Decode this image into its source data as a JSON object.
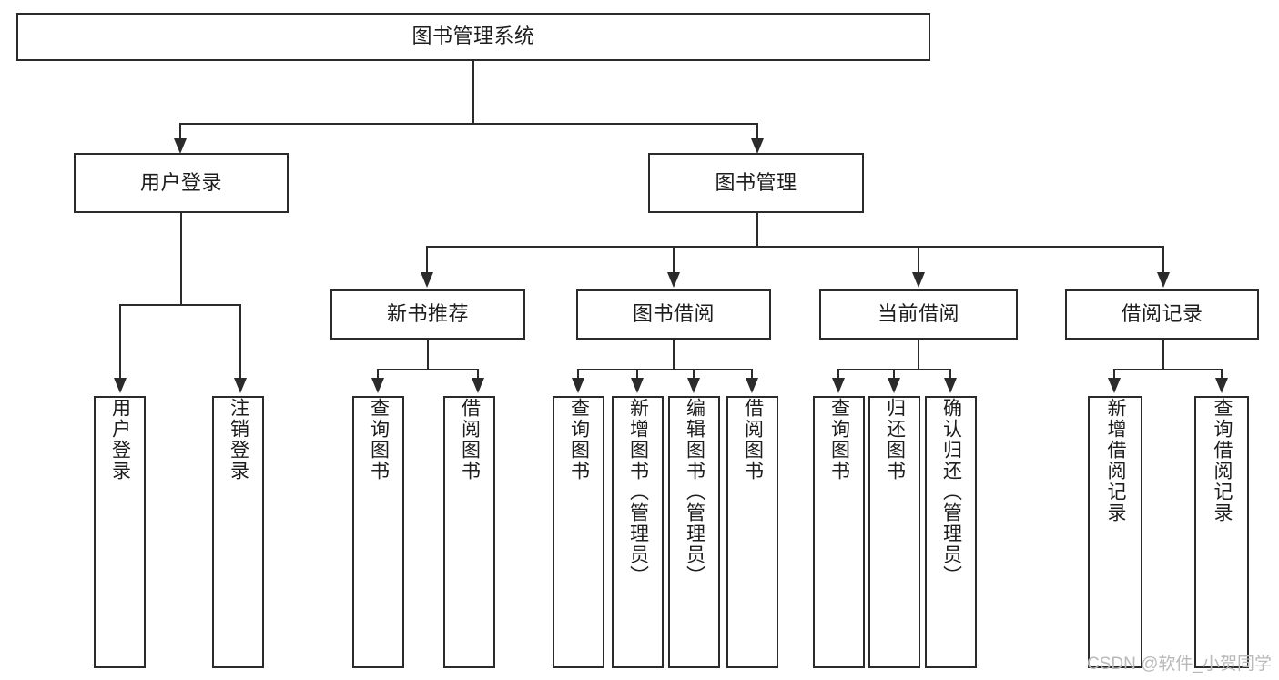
{
  "diagram": {
    "type": "tree-hierarchy",
    "title": "图书管理系统",
    "watermark": "CSDN @软件_小贺同学",
    "colors": {
      "stroke": "#2b2b2b",
      "fill": "#ffffff",
      "text": "#1d1d1d",
      "watermark": "#b9b9b9"
    },
    "nodes": {
      "root": {
        "label": "图书管理系统",
        "level": 0
      },
      "l1": [
        {
          "id": "user-login",
          "label": "用户登录"
        },
        {
          "id": "book-manage",
          "label": "图书管理"
        }
      ],
      "l2": [
        {
          "id": "new-book-recommend",
          "label": "新书推荐"
        },
        {
          "id": "book-borrow",
          "label": "图书借阅"
        },
        {
          "id": "current-borrow",
          "label": "当前借阅"
        },
        {
          "id": "borrow-record",
          "label": "借阅记录"
        }
      ],
      "leaves": [
        {
          "id": "leaf-user-login",
          "label": "用户登录",
          "parent": "user-login"
        },
        {
          "id": "leaf-logout-login",
          "label": "注销登录",
          "parent": "user-login"
        },
        {
          "id": "leaf-query-book-1",
          "label": "查询图书",
          "parent": "new-book-recommend"
        },
        {
          "id": "leaf-borrow-book-1",
          "label": "借阅图书",
          "parent": "new-book-recommend"
        },
        {
          "id": "leaf-query-book-2",
          "label": "查询图书",
          "parent": "book-borrow"
        },
        {
          "id": "leaf-add-book",
          "label": "新增图书（管理员）",
          "parent": "book-borrow"
        },
        {
          "id": "leaf-edit-book",
          "label": "编辑图书（管理员）",
          "parent": "book-borrow"
        },
        {
          "id": "leaf-borrow-book-2",
          "label": "借阅图书",
          "parent": "book-borrow"
        },
        {
          "id": "leaf-query-book-3",
          "label": "查询图书",
          "parent": "current-borrow"
        },
        {
          "id": "leaf-return-book",
          "label": "归还图书",
          "parent": "current-borrow"
        },
        {
          "id": "leaf-confirm-return",
          "label": "确认归还（管理员）",
          "parent": "current-borrow"
        },
        {
          "id": "leaf-add-record",
          "label": "新增借阅记录",
          "parent": "borrow-record"
        },
        {
          "id": "leaf-query-record",
          "label": "查询借阅记录",
          "parent": "borrow-record"
        }
      ]
    }
  }
}
